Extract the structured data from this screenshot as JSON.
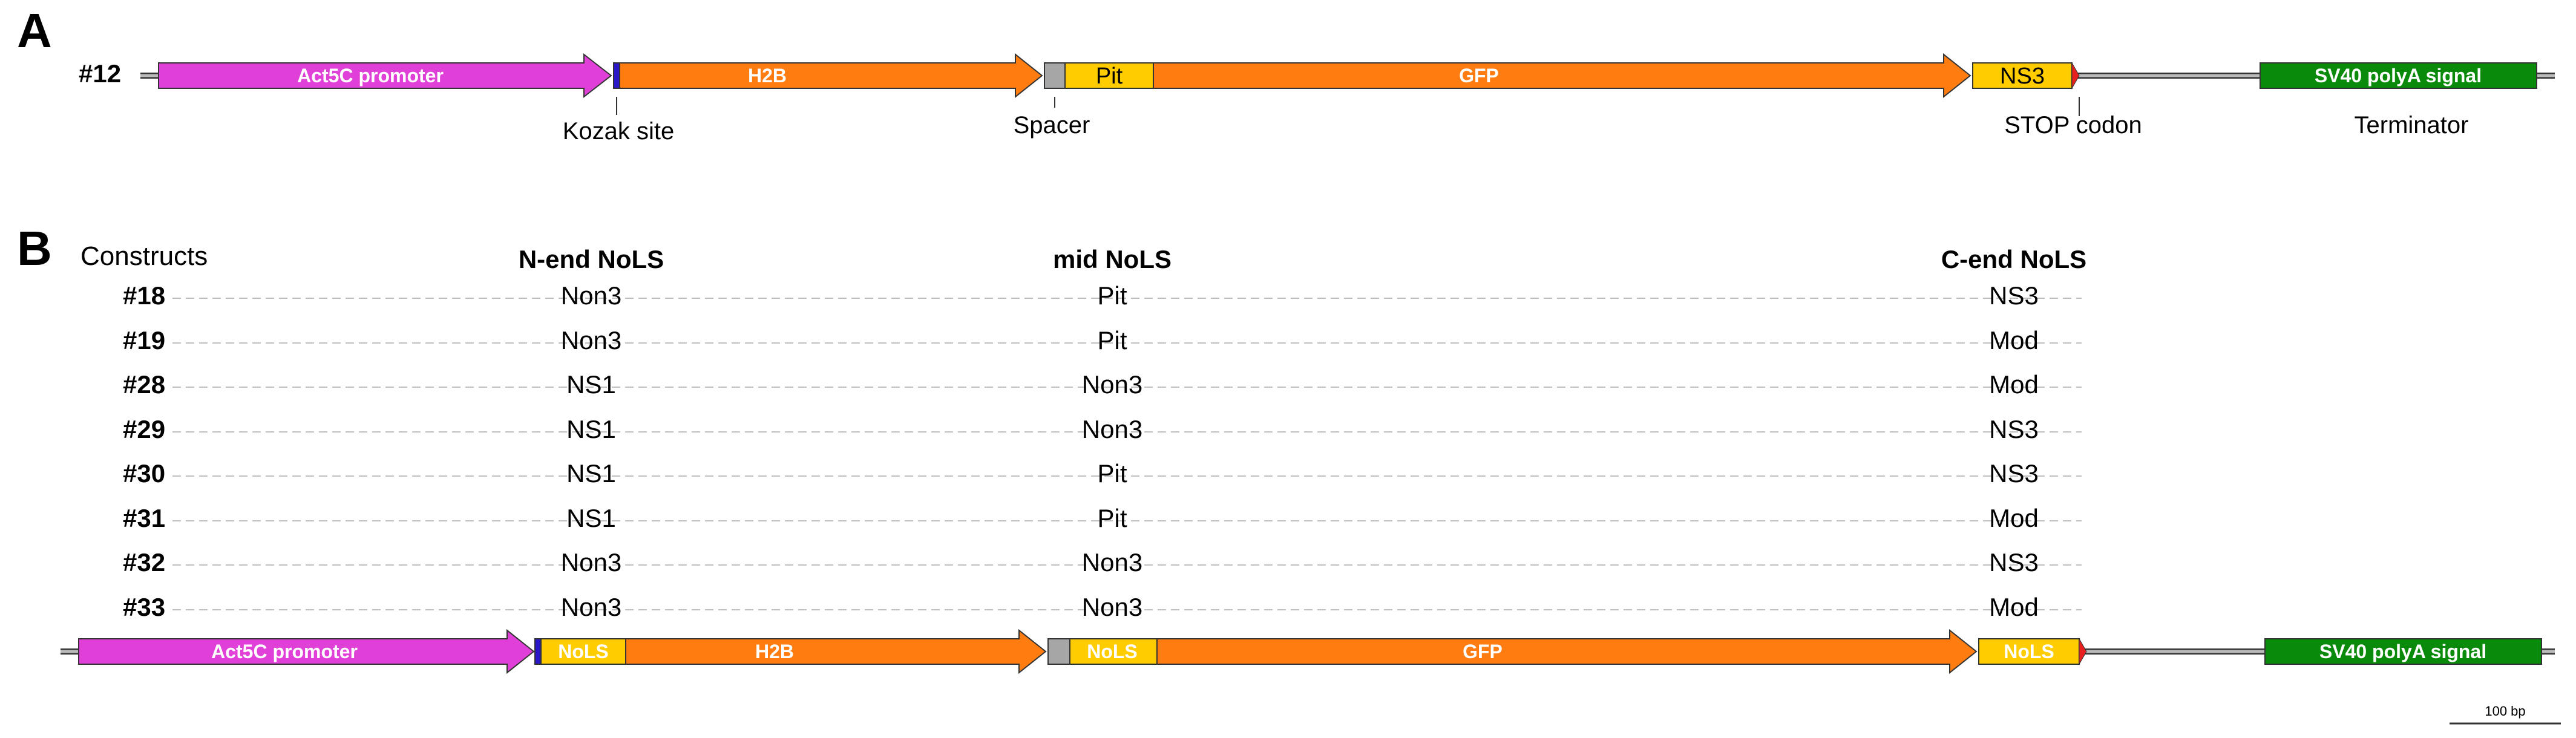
{
  "panel_a": {
    "letter": "A",
    "construct_id": "#12",
    "segments": {
      "promoter": "Act5C promoter",
      "h2b": "H2B",
      "pit": "Pit",
      "gfp": "GFP",
      "ns3": "NS3",
      "terminator": "SV40 polyA signal"
    },
    "annotations": {
      "kozak": "Kozak site",
      "spacer": "Spacer",
      "stop": "STOP codon",
      "terminator": "Terminator"
    }
  },
  "panel_b": {
    "letter": "B",
    "headers": {
      "constructs": "Constructs",
      "n_end": "N-end NoLS",
      "mid": "mid NoLS",
      "c_end": "C-end NoLS"
    },
    "rows": [
      {
        "id": "#18",
        "n": "Non3",
        "mid": "Pit",
        "c": "NS3"
      },
      {
        "id": "#19",
        "n": "Non3",
        "mid": "Pit",
        "c": "Mod"
      },
      {
        "id": "#28",
        "n": "NS1",
        "mid": "Non3",
        "c": "Mod"
      },
      {
        "id": "#29",
        "n": "NS1",
        "mid": "Non3",
        "c": "NS3"
      },
      {
        "id": "#30",
        "n": "NS1",
        "mid": "Pit",
        "c": "NS3"
      },
      {
        "id": "#31",
        "n": "NS1",
        "mid": "Pit",
        "c": "Mod"
      },
      {
        "id": "#32",
        "n": "Non3",
        "mid": "Non3",
        "c": "NS3"
      },
      {
        "id": "#33",
        "n": "Non3",
        "mid": "Non3",
        "c": "Mod"
      }
    ],
    "segments": {
      "promoter": "Act5C promoter",
      "nols_n": "NoLS",
      "h2b": "H2B",
      "nols_mid": "NoLS",
      "gfp": "GFP",
      "nols_c": "NoLS",
      "terminator": "SV40 polyA signal"
    },
    "scale_label": "100 bp"
  },
  "colors": {
    "promoter": "#e040d8",
    "kozak": "#2a18c8",
    "orange": "#ff7c10",
    "spacer": "#a6a6a6",
    "yellow": "#ffcc00",
    "stop": "#e82020",
    "terminator": "#0a8a0a"
  }
}
